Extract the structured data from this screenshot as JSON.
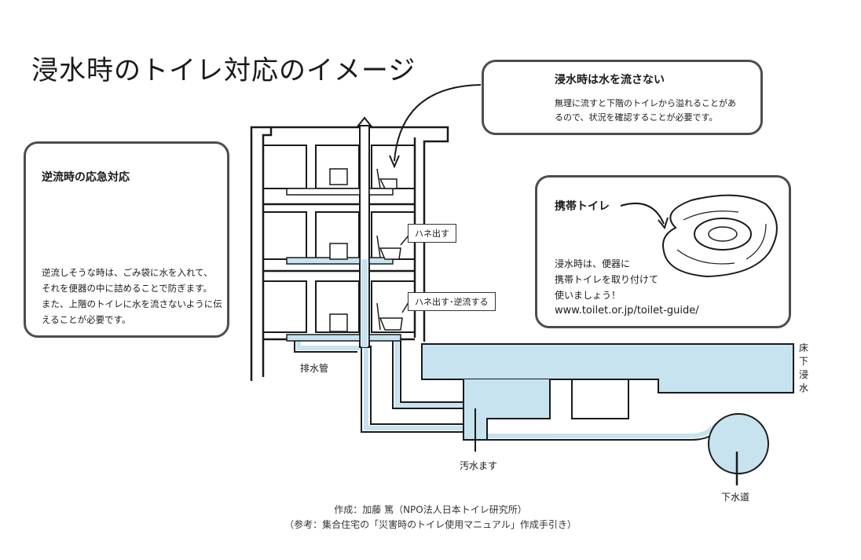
{
  "title": "浸水時のトイレ対応のイメージ",
  "panels": {
    "no_flush": {
      "title": "浸水時は水を流さない",
      "text": [
        "無理に流すと下階のトイレから溢れることがあ",
        "るので、状況を確認することが必要です。"
      ]
    },
    "backflow": {
      "title": "逆流時の応急対応",
      "text": [
        "逆流しそうな時は、ごみ袋に水を入れて、",
        "それを便器の中に詰めることで防ぎます。",
        "また、上階のトイレに水を流さないように伝",
        "えることが必要です。"
      ]
    },
    "portable": {
      "title": "携帯トイレ",
      "text": [
        "浸水時は、便器に",
        "携帯トイレを取り付けて",
        "使いましょう！"
      ],
      "url": "www.toilet.or.jp/toilet-guide/"
    }
  },
  "labels": {
    "splash": "ハネ出す",
    "splash_backflow": "ハネ出す･逆流する",
    "drain_pipe": "排水管",
    "sewage_basin": "汚水ます",
    "sewer": "下水道",
    "underfloor_flood": "床下浸水"
  },
  "credits": {
    "line1": "作成：加藤 篤（NPO法人日本トイレ研究所）",
    "line2": "（参考：集合住宅の「災害時のトイレ使用マニュアル」作成手引き）"
  },
  "colors": {
    "water": "#c6e3ef",
    "line": "#1a1a1a",
    "box_border": "#4d4d4d"
  }
}
